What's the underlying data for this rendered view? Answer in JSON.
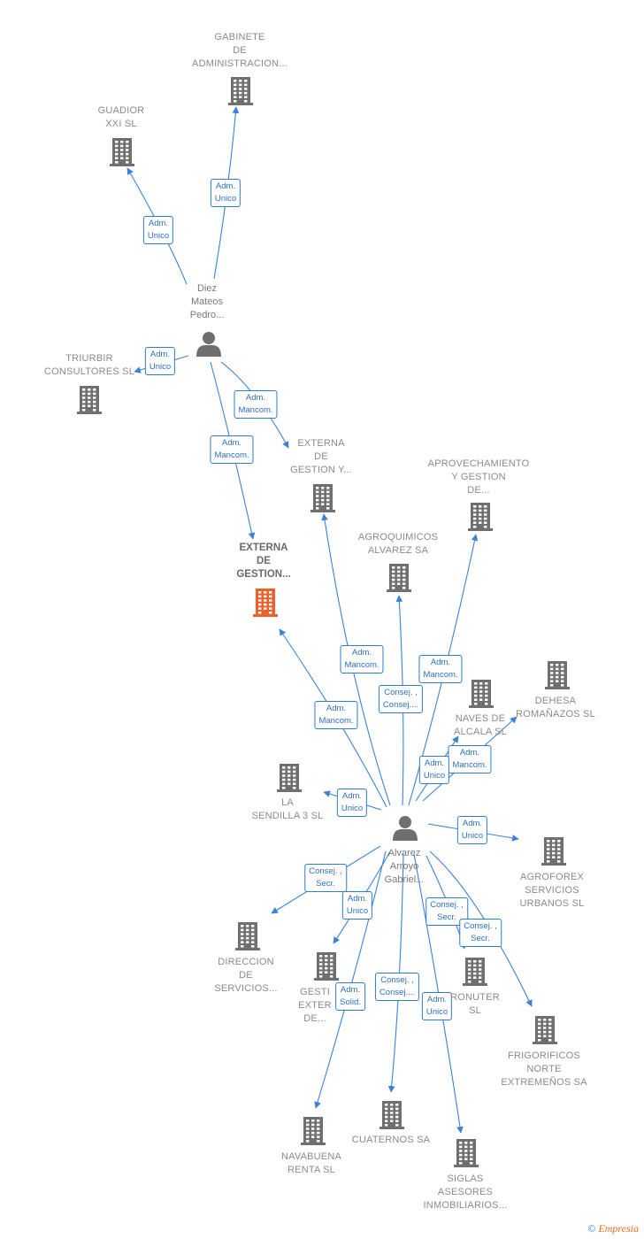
{
  "nodes": [
    {
      "id": "gabinete",
      "type": "company",
      "label": "GABINETE\nDE\nADMINISTRACION..."
    },
    {
      "id": "guadior",
      "type": "company",
      "label": "GUADIOR\nXXI SL"
    },
    {
      "id": "diez",
      "type": "person",
      "label": "Diez\nMateos\nPedro..."
    },
    {
      "id": "triurbir",
      "type": "company",
      "label": "TRIURBIR\nCONSULTORES SL"
    },
    {
      "id": "externa_top",
      "type": "company",
      "label": "EXTERNA\nDE\nGESTION Y..."
    },
    {
      "id": "aprovechamiento",
      "type": "company",
      "label": "APROVECHAMIENTO\nY GESTION\nDE..."
    },
    {
      "id": "agroquimicos",
      "type": "company",
      "label": "AGROQUIMICOS\nALVAREZ SA"
    },
    {
      "id": "externa_focus",
      "type": "focus",
      "label": "EXTERNA\nDE\nGESTION..."
    },
    {
      "id": "naves",
      "type": "company",
      "label": "NAVES DE\nALCALA SL"
    },
    {
      "id": "dehesa",
      "type": "company",
      "label": "DEHESA\nROMAÑAZOS SL"
    },
    {
      "id": "sendilla",
      "type": "company",
      "label": "LA\nSENDILLA 3 SL"
    },
    {
      "id": "alvarez",
      "type": "person",
      "label": "Alvarez\nArroyo\nGabriel..."
    },
    {
      "id": "agroforex",
      "type": "company",
      "label": "AGROFOREX\nSERVICIOS\nURBANOS  SL"
    },
    {
      "id": "direccion",
      "type": "company",
      "label": "DIRECCION\nDE\nSERVICIOS..."
    },
    {
      "id": "gesti",
      "type": "company",
      "label": "GESTI\nEXTER\nDE..."
    },
    {
      "id": "ronuter",
      "type": "company",
      "label": "RONUTER\nSL"
    },
    {
      "id": "frigorificos",
      "type": "company",
      "label": "FRIGORIFICOS\nNORTE\nEXTREMEÑOS SA"
    },
    {
      "id": "navabuena",
      "type": "company",
      "label": "NAVABUENA\nRENTA SL"
    },
    {
      "id": "cuaternos",
      "type": "company",
      "label": "CUATERNOS SA"
    },
    {
      "id": "siglas",
      "type": "company",
      "label": "SIGLAS\nASESORES\nINMOBILIARIOS..."
    }
  ],
  "edges": [
    {
      "from": "diez",
      "to": "gabinete",
      "label": "Adm.\nUnico"
    },
    {
      "from": "diez",
      "to": "guadior",
      "label": "Adm.\nUnico"
    },
    {
      "from": "diez",
      "to": "triurbir",
      "label": "Adm.\nUnico"
    },
    {
      "from": "diez",
      "to": "externa_top",
      "label": "Adm.\nMancom."
    },
    {
      "from": "diez",
      "to": "externa_focus",
      "label": "Adm.\nMancom."
    },
    {
      "from": "alvarez",
      "to": "externa_top",
      "label": "Adm.\nMancom."
    },
    {
      "from": "alvarez",
      "to": "aprovechamiento",
      "label": "Adm.\nMancom."
    },
    {
      "from": "alvarez",
      "to": "agroquimicos",
      "label": "Consej. ,\nConsej...."
    },
    {
      "from": "alvarez",
      "to": "externa_focus",
      "label": "Adm.\nMancom."
    },
    {
      "from": "alvarez",
      "to": "dehesa",
      "label": "Adm.\nMancom."
    },
    {
      "from": "alvarez",
      "to": "naves",
      "label": "Adm.\nUnico"
    },
    {
      "from": "alvarez",
      "to": "sendilla",
      "label": "Adm.\nUnico"
    },
    {
      "from": "alvarez",
      "to": "agroforex",
      "label": "Adm.\nUnico"
    },
    {
      "from": "alvarez",
      "to": "direccion",
      "label": "Consej. ,\nSecr."
    },
    {
      "from": "alvarez",
      "to": "gesti",
      "label": "Adm.\nUnico"
    },
    {
      "from": "alvarez",
      "to": "ronuter",
      "label": "Consej. ,\nSecr."
    },
    {
      "from": "alvarez",
      "to": "frigorificos",
      "label": "Consej. ,\nSecr."
    },
    {
      "from": "alvarez",
      "to": "navabuena",
      "label": "Adm.\nSolid."
    },
    {
      "from": "alvarez",
      "to": "cuaternos",
      "label": "Consej. ,\nConsej...."
    },
    {
      "from": "alvarez",
      "to": "siglas",
      "label": "Adm.\nUnico"
    }
  ],
  "colors": {
    "company_icon": "#6f6f6f",
    "focus_icon": "#f0602b",
    "person_icon": "#6f6f6f",
    "edge": "#3b82d6",
    "edge_label_border": "#2e7bcf",
    "edge_label_text": "#2e6fc0",
    "node_text": "#8a8a8a"
  },
  "footer": {
    "copyright_symbol": "©",
    "brand_text": "Empresia"
  }
}
